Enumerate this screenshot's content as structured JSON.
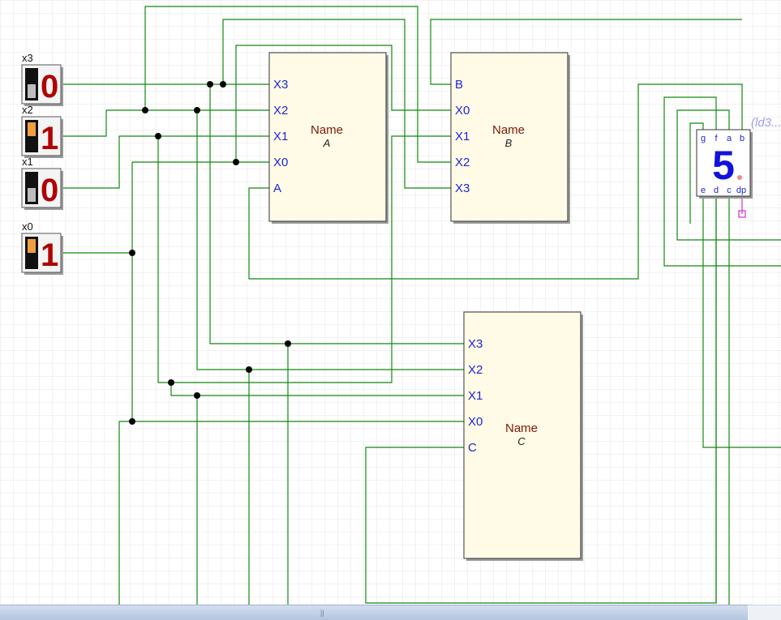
{
  "inputs": [
    {
      "label": "x3",
      "value": "0"
    },
    {
      "label": "x2",
      "value": "1"
    },
    {
      "label": "x1",
      "value": "0"
    },
    {
      "label": "x0",
      "value": "1"
    }
  ],
  "blocks": {
    "A": {
      "name": "Name",
      "instance": "A",
      "pins": [
        "X3",
        "X2",
        "X1",
        "X0",
        "A"
      ]
    },
    "B": {
      "name": "Name",
      "instance": "B",
      "pins": [
        "B",
        "X0",
        "X1",
        "X2",
        "X3"
      ]
    },
    "C": {
      "name": "Name",
      "instance": "C",
      "pins": [
        "X3",
        "X2",
        "X1",
        "X0",
        "C"
      ]
    }
  },
  "seven_segment": {
    "top_pins": [
      "g",
      "f",
      "a",
      "b"
    ],
    "bottom_pins": [
      "e",
      "d",
      "c",
      "dp"
    ],
    "digit": "5",
    "instance_label": "(ld3..."
  },
  "scrollbar": {
    "grip": "||"
  },
  "colors": {
    "wire": "#118811",
    "block_fill": "#fffbe6",
    "pin_label": "#1f24d6",
    "block_name": "#7a1a08",
    "digit": "#b00000",
    "segment": "#1212dd",
    "grid": "#e4e4e4"
  }
}
